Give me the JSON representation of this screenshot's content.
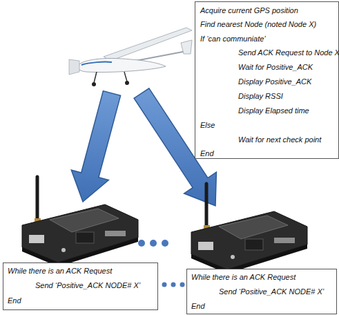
{
  "diagram": {
    "nodes": [
      {
        "text": [
          "Acquire current GPS position",
          "Find nearest Node (noted Node X)",
          "If  ‘can communiate’",
          "Send ACK Request to Node X",
          "Wait for Positive_ACK",
          "Display Positive_ACK",
          "Display RSSI",
          "Display Elapsed time",
          "Else",
          "Wait for next check point",
          "End"
        ]
      },
      {
        "text": [
          "While there is an ACK Request",
          "Send  ‘Positive_ACK NODE# X’",
          "End"
        ]
      },
      {
        "text": [
          "While there is an ACK Request",
          "Send  ‘Positive_ACK NODE# X’",
          "End"
        ]
      }
    ]
  }
}
